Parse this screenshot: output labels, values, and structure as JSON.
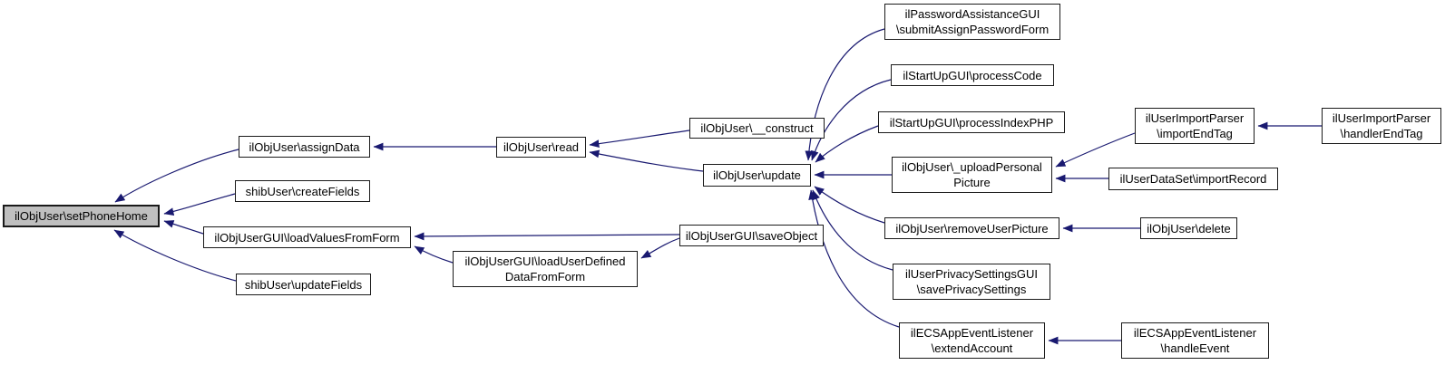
{
  "diagram": {
    "type": "call-graph",
    "direction": "callers-point-to-callees",
    "highlighted_node": "ilObjUser\\setPhoneHome",
    "colors": {
      "edge": "#191970",
      "node_fill": "#ffffff",
      "node_border": "#1a1a1a",
      "highlight_fill": "#bfbfbf",
      "background": "#ffffff",
      "text": "#000000"
    },
    "nodes": [
      {
        "id": "setPhoneHome",
        "label": "ilObjUser\\setPhoneHome"
      },
      {
        "id": "assignData",
        "label": "ilObjUser\\assignData"
      },
      {
        "id": "createFields",
        "label": "shibUser\\createFields"
      },
      {
        "id": "loadValuesFromForm",
        "label": "ilObjUserGUI\\loadValuesFromForm"
      },
      {
        "id": "updateFields",
        "label": "shibUser\\updateFields"
      },
      {
        "id": "read",
        "label": "ilObjUser\\read"
      },
      {
        "id": "construct",
        "label": "ilObjUser\\__construct"
      },
      {
        "id": "update",
        "label": "ilObjUser\\update"
      },
      {
        "id": "saveObject",
        "label": "ilObjUserGUI\\saveObject"
      },
      {
        "id": "loadUserDefinedDataFromForm",
        "label": "ilObjUserGUI\\loadUserDefined\nDataFromForm"
      },
      {
        "id": "submitAssignPasswordForm",
        "label": "ilPasswordAssistanceGUI\n\\submitAssignPasswordForm"
      },
      {
        "id": "processCode",
        "label": "ilStartUpGUI\\processCode"
      },
      {
        "id": "processIndexPHP",
        "label": "ilStartUpGUI\\processIndexPHP"
      },
      {
        "id": "uploadPersonalPicture",
        "label": "ilObjUser\\_uploadPersonal\nPicture"
      },
      {
        "id": "removeUserPicture",
        "label": "ilObjUser\\removeUserPicture"
      },
      {
        "id": "savePrivacySettings",
        "label": "ilUserPrivacySettingsGUI\n\\savePrivacySettings"
      },
      {
        "id": "extendAccount",
        "label": "ilECSAppEventListener\n\\extendAccount"
      },
      {
        "id": "importEndTag",
        "label": "ilUserImportParser\n\\importEndTag"
      },
      {
        "id": "importRecord",
        "label": "ilUserDataSet\\importRecord"
      },
      {
        "id": "delete",
        "label": "ilObjUser\\delete"
      },
      {
        "id": "handleEvent",
        "label": "ilECSAppEventListener\n\\handleEvent"
      },
      {
        "id": "handlerEndTag",
        "label": "ilUserImportParser\n\\handlerEndTag"
      }
    ],
    "edges": [
      {
        "from": "ilObjUser\\assignData",
        "to": "ilObjUser\\setPhoneHome"
      },
      {
        "from": "shibUser\\createFields",
        "to": "ilObjUser\\setPhoneHome"
      },
      {
        "from": "ilObjUserGUI\\loadValuesFromForm",
        "to": "ilObjUser\\setPhoneHome"
      },
      {
        "from": "shibUser\\updateFields",
        "to": "ilObjUser\\setPhoneHome"
      },
      {
        "from": "ilObjUser\\read",
        "to": "ilObjUser\\assignData"
      },
      {
        "from": "ilObjUser\\__construct",
        "to": "ilObjUser\\read"
      },
      {
        "from": "ilObjUser\\update",
        "to": "ilObjUser\\read"
      },
      {
        "from": "ilObjUserGUI\\saveObject",
        "to": "ilObjUserGUI\\loadValuesFromForm"
      },
      {
        "from": "ilObjUserGUI\\loadUserDefinedDataFromForm",
        "to": "ilObjUserGUI\\loadValuesFromForm"
      },
      {
        "from": "ilObjUserGUI\\saveObject",
        "to": "ilObjUserGUI\\loadUserDefinedDataFromForm"
      },
      {
        "from": "ilPasswordAssistanceGUI\\submitAssignPasswordForm",
        "to": "ilObjUser\\update"
      },
      {
        "from": "ilStartUpGUI\\processCode",
        "to": "ilObjUser\\update"
      },
      {
        "from": "ilStartUpGUI\\processIndexPHP",
        "to": "ilObjUser\\update"
      },
      {
        "from": "ilObjUser\\_uploadPersonalPicture",
        "to": "ilObjUser\\update"
      },
      {
        "from": "ilObjUser\\removeUserPicture",
        "to": "ilObjUser\\update"
      },
      {
        "from": "ilUserPrivacySettingsGUI\\savePrivacySettings",
        "to": "ilObjUser\\update"
      },
      {
        "from": "ilECSAppEventListener\\extendAccount",
        "to": "ilObjUser\\update"
      },
      {
        "from": "ilUserImportParser\\importEndTag",
        "to": "ilObjUser\\_uploadPersonalPicture"
      },
      {
        "from": "ilUserDataSet\\importRecord",
        "to": "ilObjUser\\_uploadPersonalPicture"
      },
      {
        "from": "ilUserImportParser\\handlerEndTag",
        "to": "ilUserImportParser\\importEndTag"
      },
      {
        "from": "ilObjUser\\delete",
        "to": "ilObjUser\\removeUserPicture"
      },
      {
        "from": "ilECSAppEventListener\\handleEvent",
        "to": "ilECSAppEventListener\\extendAccount"
      }
    ]
  }
}
